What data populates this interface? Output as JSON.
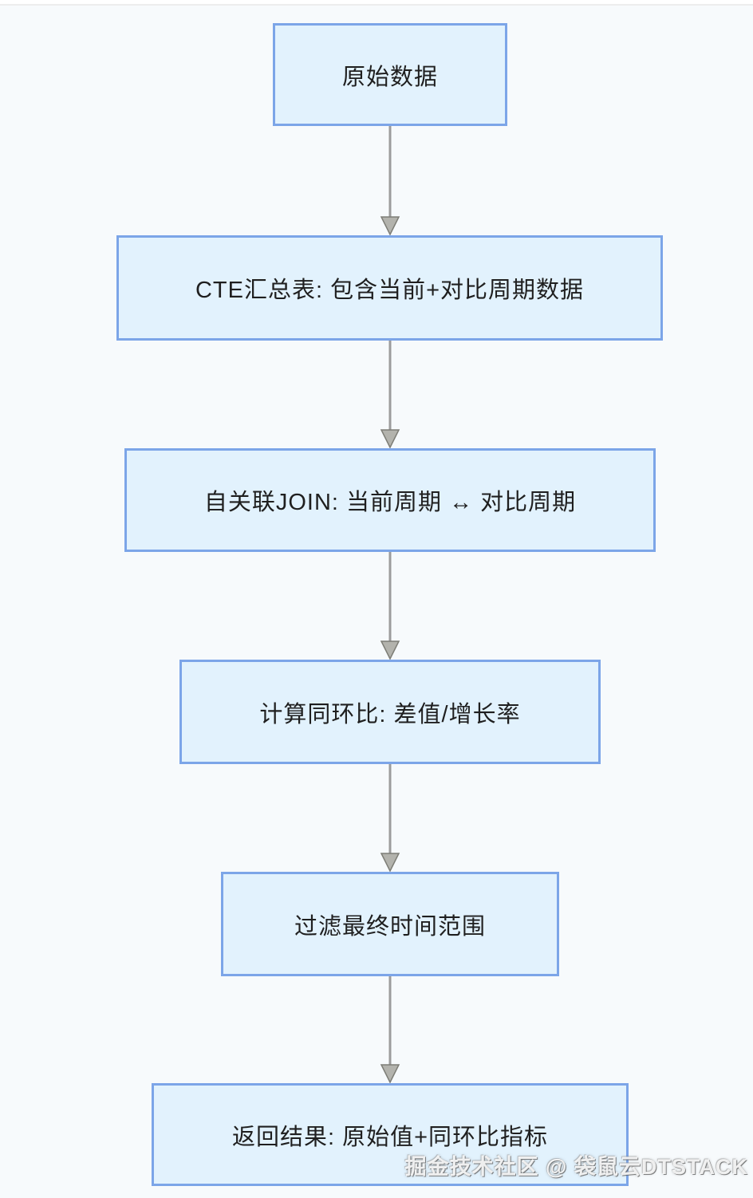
{
  "page": {
    "background_color": "#f7fafc",
    "top_strip_color": "#ffffff"
  },
  "flowchart": {
    "node_fill_color": "#e2f2fd",
    "node_border_color": "#7ca5e8",
    "arrow_line_color": "#9c9c9c",
    "arrowhead_fill_color": "#b3b3ad",
    "steps": [
      {
        "label": "原始数据"
      },
      {
        "label": "CTE汇总表: 包含当前+对比周期数据"
      },
      {
        "label": "自关联JOIN: 当前周期 ↔ 对比周期"
      },
      {
        "label": "计算同环比: 差值/增长率"
      },
      {
        "label": "过滤最终时间范围"
      },
      {
        "label": "返回结果: 原始值+同环比指标"
      }
    ]
  },
  "watermark": {
    "text": "掘金技术社区 @ 袋鼠云DTSTACK"
  }
}
